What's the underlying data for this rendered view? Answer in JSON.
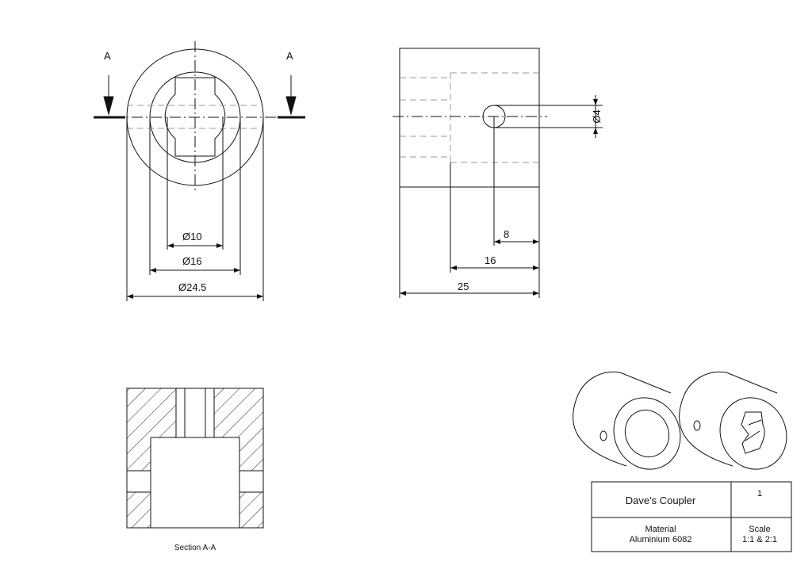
{
  "section_marks": {
    "left": "A",
    "right": "A"
  },
  "dimensions": {
    "d10": "Ø10",
    "d16": "Ø16",
    "d24_5": "Ø24.5",
    "d4": "Ø4",
    "len8": "8",
    "len16": "16",
    "len25": "25"
  },
  "section_caption": "Section A-A",
  "title_block": {
    "title": "Dave's Coupler",
    "sheet_number": "1",
    "material_label": "Material",
    "material_value": "Aluminium 6082",
    "scale_label": "Scale",
    "scale_value": "1:1 & 2:1"
  }
}
